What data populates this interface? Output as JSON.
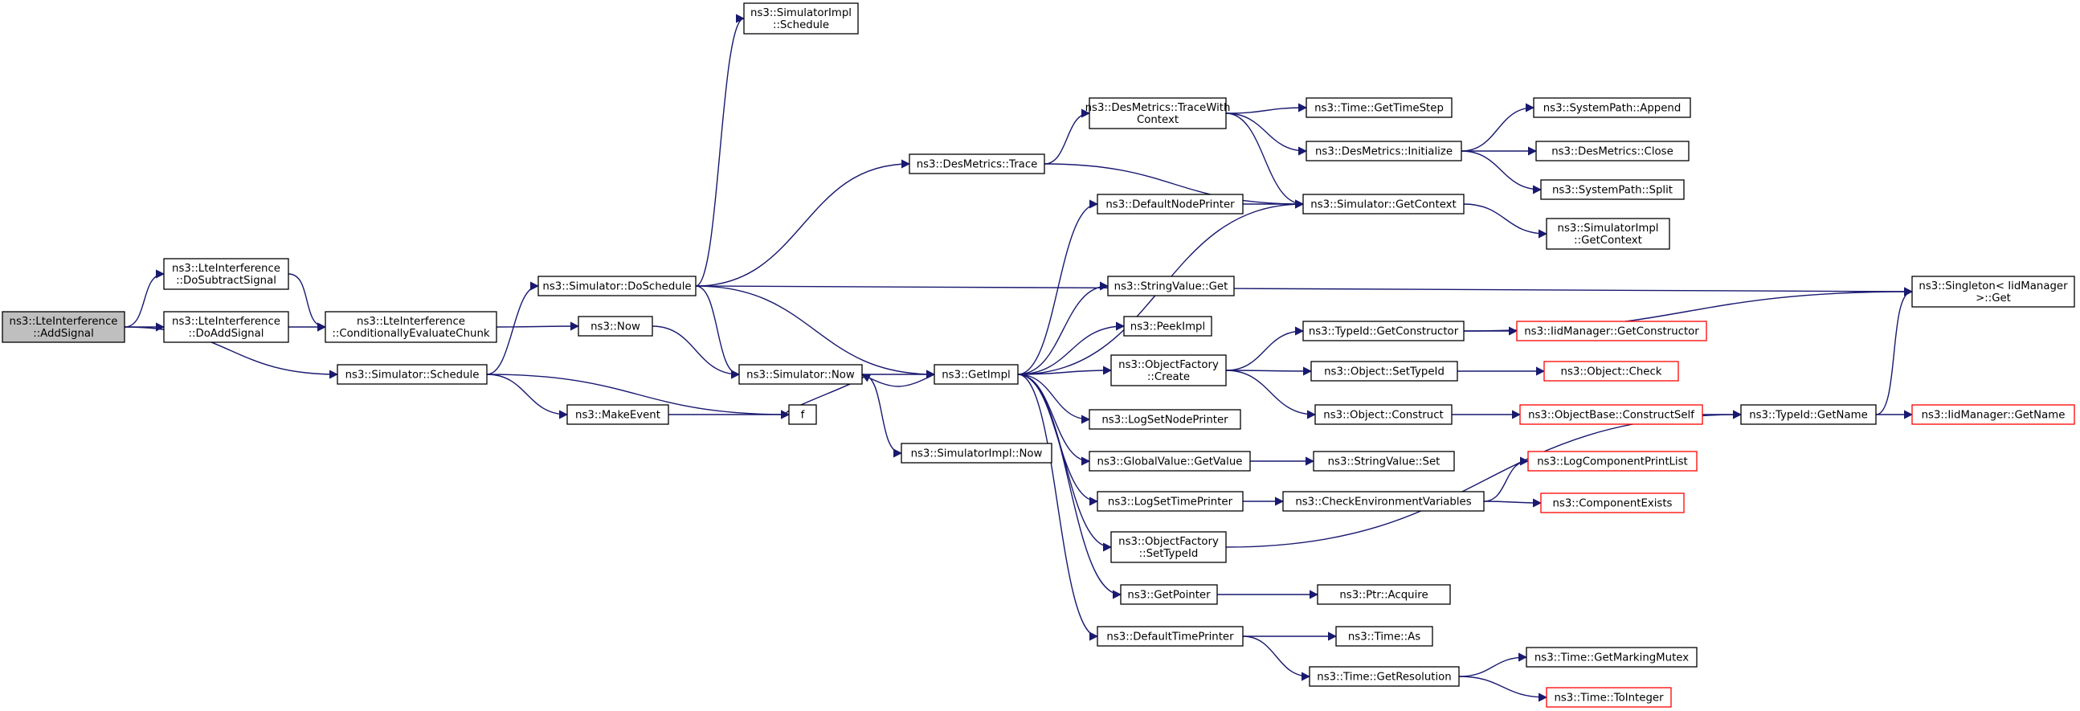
{
  "diagram": {
    "nodes": [
      {
        "id": "root",
        "lines": [
          "ns3::LteInterference",
          "::AddSignal"
        ],
        "kind": "root"
      },
      {
        "id": "doSub",
        "lines": [
          "ns3::LteInterference",
          "::DoSubtractSignal"
        ]
      },
      {
        "id": "doAdd",
        "lines": [
          "ns3::LteInterference",
          "::DoAddSignal"
        ]
      },
      {
        "id": "condEval",
        "lines": [
          "ns3::LteInterference",
          "::ConditionallyEvaluateChunk"
        ]
      },
      {
        "id": "simSchedule",
        "lines": [
          "ns3::Simulator::Schedule"
        ]
      },
      {
        "id": "simDoSchedule",
        "lines": [
          "ns3::Simulator::DoSchedule"
        ]
      },
      {
        "id": "now",
        "lines": [
          "ns3::Now"
        ]
      },
      {
        "id": "makeEvent",
        "lines": [
          "ns3::MakeEvent"
        ]
      },
      {
        "id": "f",
        "lines": [
          "f"
        ]
      },
      {
        "id": "simImplSchedule",
        "lines": [
          "ns3::SimulatorImpl",
          "::Schedule"
        ]
      },
      {
        "id": "simNow",
        "lines": [
          "ns3::Simulator::Now"
        ]
      },
      {
        "id": "simImplNow",
        "lines": [
          "ns3::SimulatorImpl::Now"
        ]
      },
      {
        "id": "getImpl",
        "lines": [
          "ns3::GetImpl"
        ]
      },
      {
        "id": "desTrace",
        "lines": [
          "ns3::DesMetrics::Trace"
        ]
      },
      {
        "id": "desTraceCtx",
        "lines": [
          "ns3::DesMetrics::TraceWith",
          "Context"
        ]
      },
      {
        "id": "defNodePrinter",
        "lines": [
          "ns3::DefaultNodePrinter"
        ]
      },
      {
        "id": "strValGet",
        "lines": [
          "ns3::StringValue::Get"
        ]
      },
      {
        "id": "peekImpl",
        "lines": [
          "ns3::PeekImpl"
        ]
      },
      {
        "id": "objFactCreate",
        "lines": [
          "ns3::ObjectFactory",
          "::Create"
        ]
      },
      {
        "id": "logSetNode",
        "lines": [
          "ns3::LogSetNodePrinter"
        ]
      },
      {
        "id": "globalValGet",
        "lines": [
          "ns3::GlobalValue::GetValue"
        ]
      },
      {
        "id": "logSetTime",
        "lines": [
          "ns3::LogSetTimePrinter"
        ]
      },
      {
        "id": "objFactSetType",
        "lines": [
          "ns3::ObjectFactory",
          "::SetTypeId"
        ]
      },
      {
        "id": "getPointer",
        "lines": [
          "ns3::GetPointer"
        ]
      },
      {
        "id": "defTimePrinter",
        "lines": [
          "ns3::DefaultTimePrinter"
        ]
      },
      {
        "id": "timeGetStep",
        "lines": [
          "ns3::Time::GetTimeStep"
        ]
      },
      {
        "id": "desInit",
        "lines": [
          "ns3::DesMetrics::Initialize"
        ]
      },
      {
        "id": "simGetCtx",
        "lines": [
          "ns3::Simulator::GetContext"
        ]
      },
      {
        "id": "typeIdGetCtor",
        "lines": [
          "ns3::TypeId::GetConstructor"
        ]
      },
      {
        "id": "objSetTypeId",
        "lines": [
          "ns3::Object::SetTypeId"
        ]
      },
      {
        "id": "objConstruct",
        "lines": [
          "ns3::Object::Construct"
        ]
      },
      {
        "id": "strValSet",
        "lines": [
          "ns3::StringValue::Set"
        ]
      },
      {
        "id": "checkEnv",
        "lines": [
          "ns3::CheckEnvironmentVariables"
        ]
      },
      {
        "id": "ptrAcquire",
        "lines": [
          "ns3::Ptr::Acquire"
        ]
      },
      {
        "id": "timeAs",
        "lines": [
          "ns3::Time::As"
        ]
      },
      {
        "id": "timeGetRes",
        "lines": [
          "ns3::Time::GetResolution"
        ]
      },
      {
        "id": "sysPathAppend",
        "lines": [
          "ns3::SystemPath::Append"
        ]
      },
      {
        "id": "desClose",
        "lines": [
          "ns3::DesMetrics::Close"
        ]
      },
      {
        "id": "sysPathSplit",
        "lines": [
          "ns3::SystemPath::Split"
        ]
      },
      {
        "id": "simImplGetCtx",
        "lines": [
          "ns3::SimulatorImpl",
          "::GetContext"
        ]
      },
      {
        "id": "iidGetCtor",
        "lines": [
          "ns3::IidManager::GetConstructor"
        ],
        "kind": "ext"
      },
      {
        "id": "objCheck",
        "lines": [
          "ns3::Object::Check"
        ],
        "kind": "ext"
      },
      {
        "id": "objBaseConstruct",
        "lines": [
          "ns3::ObjectBase::ConstructSelf"
        ],
        "kind": "ext"
      },
      {
        "id": "logCompPrint",
        "lines": [
          "ns3::LogComponentPrintList"
        ],
        "kind": "ext"
      },
      {
        "id": "compExists",
        "lines": [
          "ns3::ComponentExists"
        ],
        "kind": "ext"
      },
      {
        "id": "timeMarkMutex",
        "lines": [
          "ns3::Time::GetMarkingMutex"
        ]
      },
      {
        "id": "timeToInt",
        "lines": [
          "ns3::Time::ToInteger"
        ],
        "kind": "ext"
      },
      {
        "id": "singletonGet",
        "lines": [
          "ns3::Singleton< IidManager",
          " >::Get"
        ]
      },
      {
        "id": "typeIdGetName",
        "lines": [
          "ns3::TypeId::GetName"
        ]
      },
      {
        "id": "iidGetName",
        "lines": [
          "ns3::IidManager::GetName"
        ],
        "kind": "ext"
      }
    ],
    "edges": [
      [
        "root",
        "doSub"
      ],
      [
        "root",
        "doAdd"
      ],
      [
        "root",
        "simSchedule"
      ],
      [
        "doSub",
        "condEval"
      ],
      [
        "doAdd",
        "condEval"
      ],
      [
        "condEval",
        "now"
      ],
      [
        "simSchedule",
        "simDoSchedule"
      ],
      [
        "simSchedule",
        "makeEvent"
      ],
      [
        "simSchedule",
        "f"
      ],
      [
        "makeEvent",
        "f"
      ],
      [
        "now",
        "simNow"
      ],
      [
        "simDoSchedule",
        "simImplSchedule"
      ],
      [
        "simDoSchedule",
        "singletonGet"
      ],
      [
        "simDoSchedule",
        "desTrace"
      ],
      [
        "simDoSchedule",
        "simNow"
      ],
      [
        "simDoSchedule",
        "getImpl"
      ],
      [
        "simNow",
        "f"
      ],
      [
        "simNow",
        "simImplNow"
      ],
      [
        "simNow",
        "getImpl"
      ],
      [
        "desTrace",
        "desTraceCtx"
      ],
      [
        "desTrace",
        "simGetCtx"
      ],
      [
        "desTraceCtx",
        "timeGetStep"
      ],
      [
        "desTraceCtx",
        "desInit"
      ],
      [
        "desTraceCtx",
        "simGetCtx"
      ],
      [
        "desInit",
        "sysPathAppend"
      ],
      [
        "desInit",
        "desClose"
      ],
      [
        "desInit",
        "sysPathSplit"
      ],
      [
        "getImpl",
        "defNodePrinter"
      ],
      [
        "getImpl",
        "simGetCtx"
      ],
      [
        "getImpl",
        "strValGet"
      ],
      [
        "getImpl",
        "peekImpl"
      ],
      [
        "getImpl",
        "objFactCreate"
      ],
      [
        "getImpl",
        "logSetNode"
      ],
      [
        "getImpl",
        "globalValGet"
      ],
      [
        "getImpl",
        "logSetTime"
      ],
      [
        "getImpl",
        "objFactSetType"
      ],
      [
        "getImpl",
        "getPointer"
      ],
      [
        "getImpl",
        "defTimePrinter"
      ],
      [
        "getImpl",
        "simNow"
      ],
      [
        "defNodePrinter",
        "simGetCtx"
      ],
      [
        "simGetCtx",
        "simImplGetCtx"
      ],
      [
        "objFactCreate",
        "typeIdGetCtor"
      ],
      [
        "objFactCreate",
        "objSetTypeId"
      ],
      [
        "objFactCreate",
        "objConstruct"
      ],
      [
        "typeIdGetCtor",
        "iidGetCtor"
      ],
      [
        "typeIdGetCtor",
        "singletonGet"
      ],
      [
        "objSetTypeId",
        "objCheck"
      ],
      [
        "objConstruct",
        "objBaseConstruct"
      ],
      [
        "objBaseConstruct",
        "typeIdGetName"
      ],
      [
        "typeIdGetName",
        "singletonGet"
      ],
      [
        "typeIdGetName",
        "iidGetName"
      ],
      [
        "globalValGet",
        "strValSet"
      ],
      [
        "logSetTime",
        "checkEnv"
      ],
      [
        "checkEnv",
        "logCompPrint"
      ],
      [
        "checkEnv",
        "compExists"
      ],
      [
        "objFactSetType",
        "typeIdGetName"
      ],
      [
        "getPointer",
        "ptrAcquire"
      ],
      [
        "defTimePrinter",
        "timeAs"
      ],
      [
        "defTimePrinter",
        "timeGetRes"
      ],
      [
        "timeGetRes",
        "timeMarkMutex"
      ],
      [
        "timeGetRes",
        "timeToInt"
      ]
    ]
  }
}
